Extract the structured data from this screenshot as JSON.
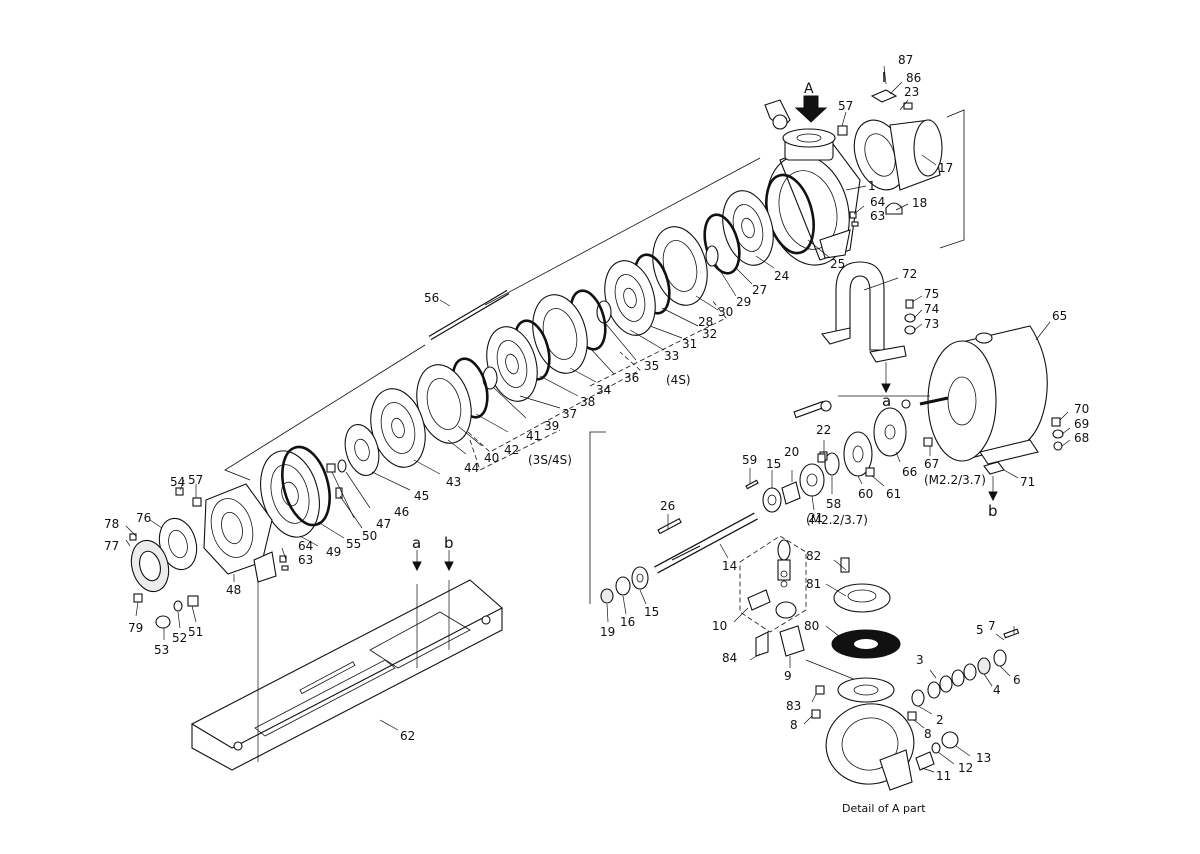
{
  "diagram": {
    "caption": "Detail of A part",
    "view_marker": "A",
    "connection_labels": [
      "a",
      "b"
    ],
    "notes": {
      "n4s": "(4S)",
      "n3s4s": "(3S/4S)",
      "m22_58": "(M2.2/3.7)",
      "m22_67": "(M2.2/3.7)"
    },
    "callouts": {
      "c1": "1",
      "c2": "2",
      "c3": "3",
      "c4": "4",
      "c5": "5",
      "c6": "6",
      "c7": "7",
      "c8a": "8",
      "c8b": "8",
      "c9": "9",
      "c10": "10",
      "c11": "11",
      "c12": "12",
      "c13": "13",
      "c14": "14",
      "c15a": "15",
      "c15b": "15",
      "c16": "16",
      "c17": "17",
      "c18": "18",
      "c19": "19",
      "c20": "20",
      "c21": "21",
      "c22": "22",
      "c23": "23",
      "c24": "24",
      "c25": "25",
      "c26": "26",
      "c27": "27",
      "c28": "28",
      "c29": "29",
      "c30": "30",
      "c31": "31",
      "c32": "32",
      "c33": "33",
      "c34": "34",
      "c35": "35",
      "c36": "36",
      "c37": "37",
      "c38": "38",
      "c39": "39",
      "c40": "40",
      "c41": "41",
      "c42": "42",
      "c43": "43",
      "c44": "44",
      "c45": "45",
      "c46": "46",
      "c47": "47",
      "c48": "48",
      "c49": "49",
      "c50": "50",
      "c51": "51",
      "c52": "52",
      "c53": "53",
      "c54": "54",
      "c55": "55",
      "c56": "56",
      "c57a": "57",
      "c57b": "57",
      "c58": "58",
      "c59": "59",
      "c60": "60",
      "c61": "61",
      "c62": "62",
      "c63a": "63",
      "c63b": "63",
      "c64a": "64",
      "c64b": "64",
      "c65": "65",
      "c66": "66",
      "c67": "67",
      "c68": "68",
      "c69": "69",
      "c70": "70",
      "c71": "71",
      "c72": "72",
      "c73": "73",
      "c74": "74",
      "c75": "75",
      "c76": "76",
      "c77": "77",
      "c78": "78",
      "c79": "79",
      "c80": "80",
      "c81": "81",
      "c82": "82",
      "c83": "83",
      "c84": "84",
      "c86": "86",
      "c87": "87"
    }
  }
}
